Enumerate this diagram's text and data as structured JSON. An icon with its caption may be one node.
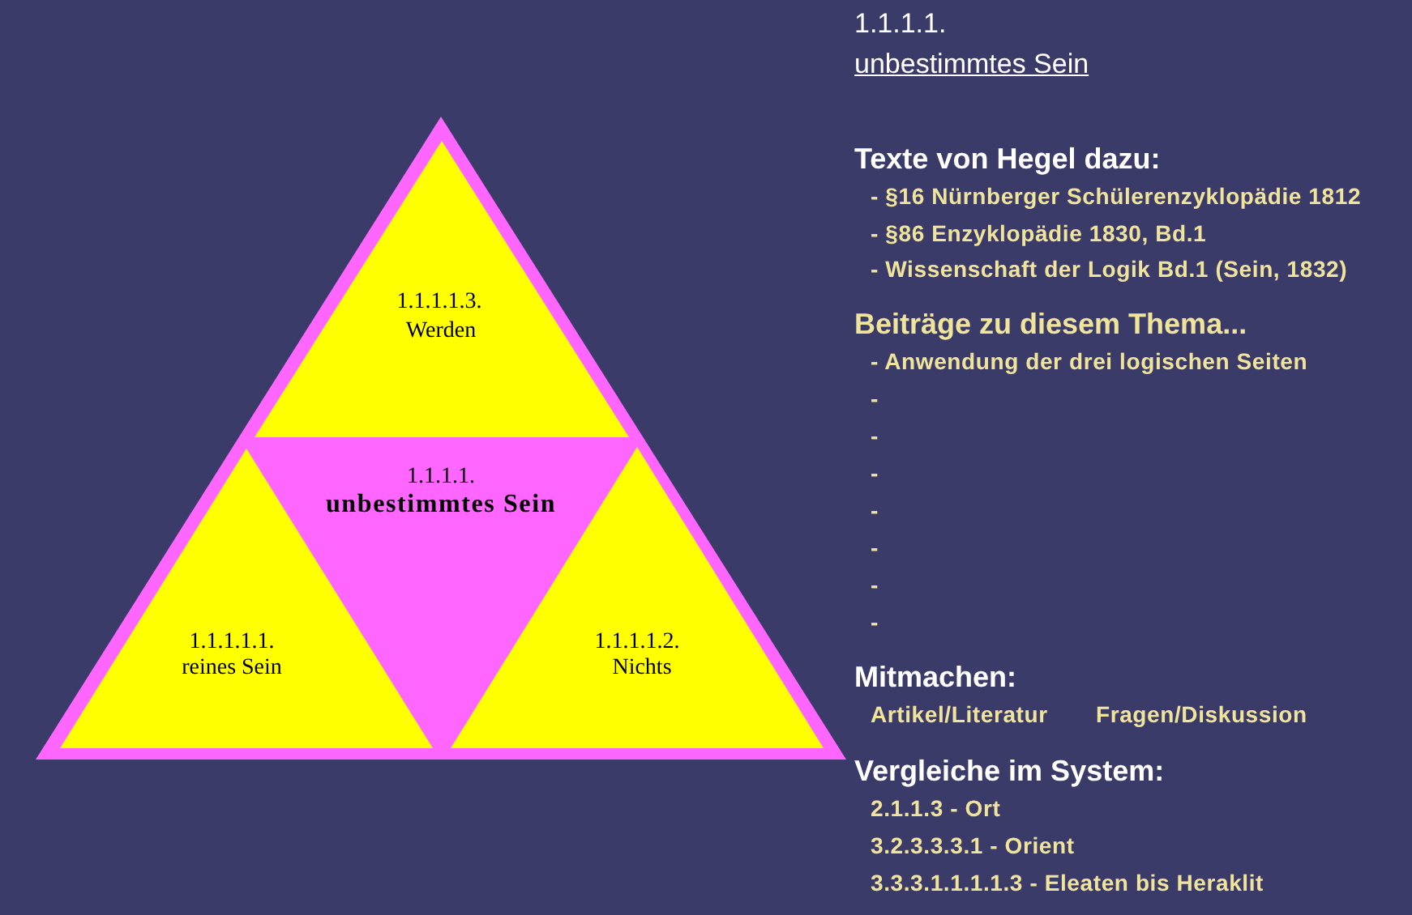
{
  "diagram": {
    "nodes": [
      {
        "text": [
          "1.1.1.1.",
          "unbestimmtes Sein"
        ]
      },
      {
        "text": [
          "1.1.1.1.3.",
          "Werden"
        ],
        "in": 0
      },
      {
        "text": [
          "1.1.1.1.1.",
          "reines Sein"
        ],
        "in": 0
      },
      {
        "text": [
          "1.1.1.1.2.",
          "Nichts"
        ],
        "in": 0
      }
    ],
    "labels": [
      "1.1.1.1.",
      "unbestimmtes Sein",
      "Texte von Hegel dazu:",
      "- §16 Nürnberger Schülerenzyklopädie 1812",
      "- §86 Enzyklopädie 1830, Bd.1",
      "- Wissenschaft der Logik Bd.1 (Sein, 1832)",
      "Beiträge zu diesem Thema...",
      "- Anwendung der drei logischen Seiten",
      "-",
      "-",
      "-",
      "-",
      "-",
      "-",
      "-",
      "Mitmachen:",
      "Artikel/Literatur",
      "Fragen/Diskussion",
      "Vergleiche im System:",
      "2.1.1.3 - Ort",
      "3.2.3.3.3.1 - Orient",
      "3.3.3.1.1.1.1.3 - Eleaten bis Heraklit"
    ]
  }
}
